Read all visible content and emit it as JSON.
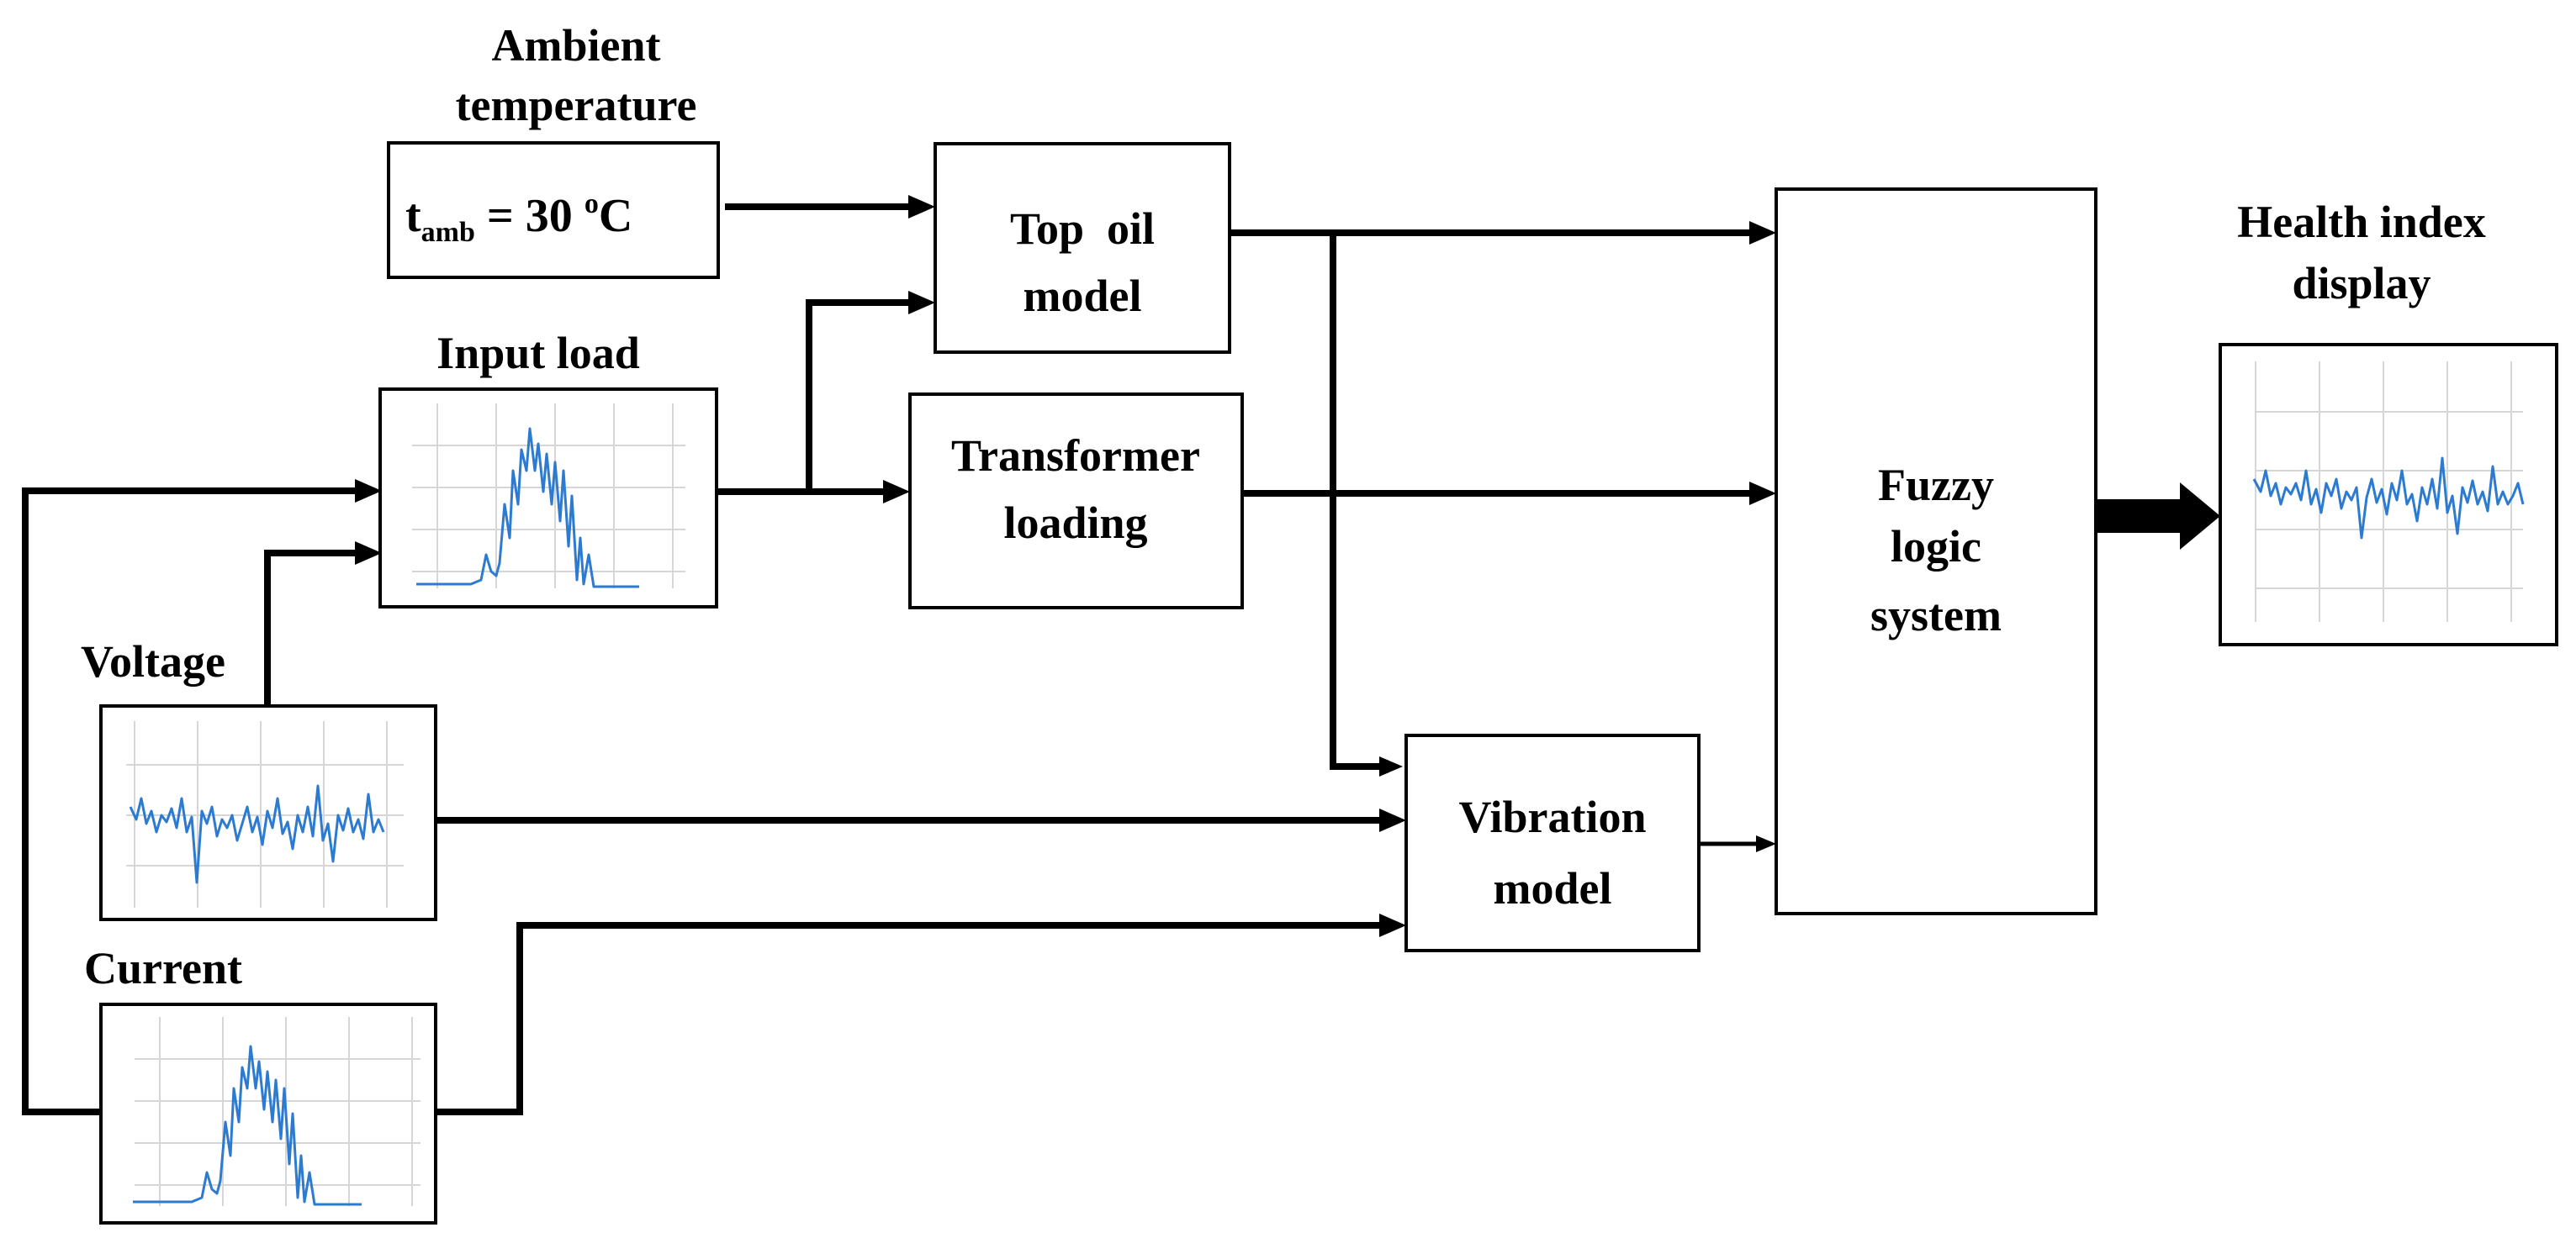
{
  "labels": {
    "ambient_line1": "Ambient",
    "ambient_line2": "temperature",
    "tamb_var": "t",
    "tamb_sub": "amb",
    "tamb_eq": " = 30 ",
    "tamb_deg": "o",
    "tamb_unit": "C",
    "input_load": "Input load",
    "voltage": "Voltage",
    "current": "Current",
    "top_oil_line1": "Top  oil",
    "top_oil_line2": "model",
    "transformer_line1": "Transformer",
    "transformer_line2": "loading",
    "vibration_line1": "Vibration",
    "vibration_line2": "model",
    "fuzzy_line1": "Fuzzy",
    "fuzzy_line2": "logic",
    "fuzzy_line3": "system",
    "health_line1": "Health index",
    "health_line2": "display"
  },
  "colors": {
    "signal_trace": "#2c7bd1",
    "grid": "#d6d6d6",
    "line": "#000000"
  }
}
